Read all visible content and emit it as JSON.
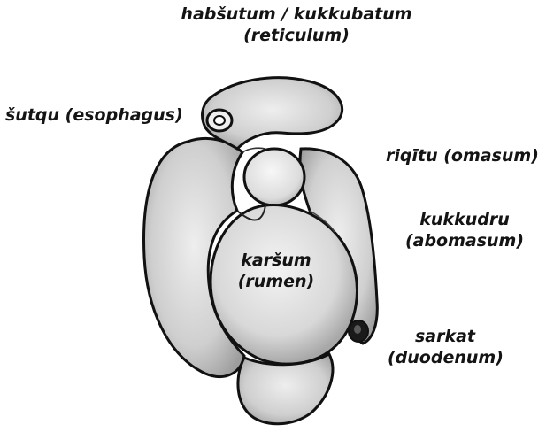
{
  "labels": {
    "reticulum": {
      "line1": "habšutum / kukkubatum",
      "line2": "(reticulum)"
    },
    "esophagus": {
      "line1": "šutqu (esophagus)"
    },
    "omasum": {
      "line1": "riqītu (omasum)"
    },
    "abomasum": {
      "line1": "kukkudru",
      "line2": "(abomasum)"
    },
    "rumen": {
      "line1": "karšum",
      "line2": "(rumen)"
    },
    "duodenum": {
      "line1": "sarkat",
      "line2": "(duodenum)"
    }
  },
  "colors": {
    "organ_fill": "#d9d9d9",
    "organ_highlight": "#f2f2f2",
    "organ_shadow": "#a6a6a6",
    "outline": "#111111",
    "opening": "#1a1a1a"
  },
  "icons": {
    "esophagus_opening": "ring-opening-icon",
    "duodenum_opening": "dark-opening-icon"
  }
}
